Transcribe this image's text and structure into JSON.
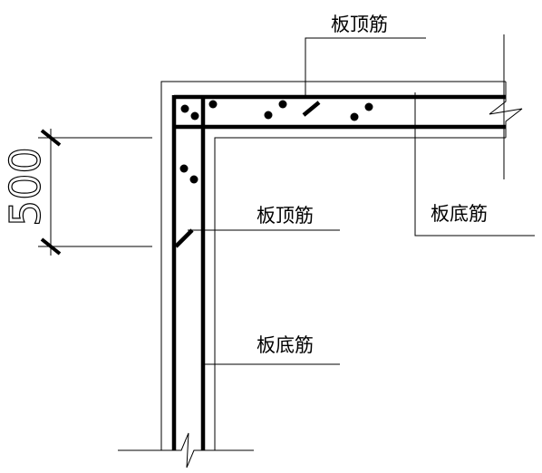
{
  "labels": {
    "top_bar_horizontal": "板顶筋",
    "bottom_bar_horizontal": "板底筋",
    "top_bar_vertical": "板顶筋",
    "bottom_bar_vertical": "板底筋"
  },
  "dimension": {
    "value": "500"
  }
}
